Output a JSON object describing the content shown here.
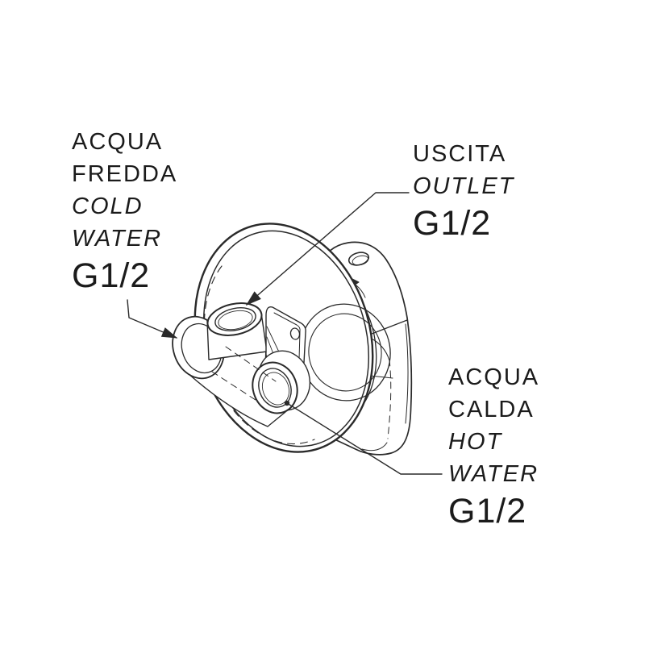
{
  "colors": {
    "line": "#2a2a2a",
    "text": "#1b1b1b",
    "background": "#ffffff"
  },
  "labels": {
    "cold_inlet": {
      "line1": "ACQUA",
      "line2": "FREDDA",
      "line3": "COLD",
      "line4": "WATER",
      "size": "G1/2"
    },
    "outlet": {
      "line1": "USCITA",
      "line2": "OUTLET",
      "size": "G1/2"
    },
    "hot_inlet": {
      "line1": "ACQUA",
      "line2": "CALDA",
      "line3": "HOT",
      "line4": "WATER",
      "size": "G1/2"
    }
  }
}
